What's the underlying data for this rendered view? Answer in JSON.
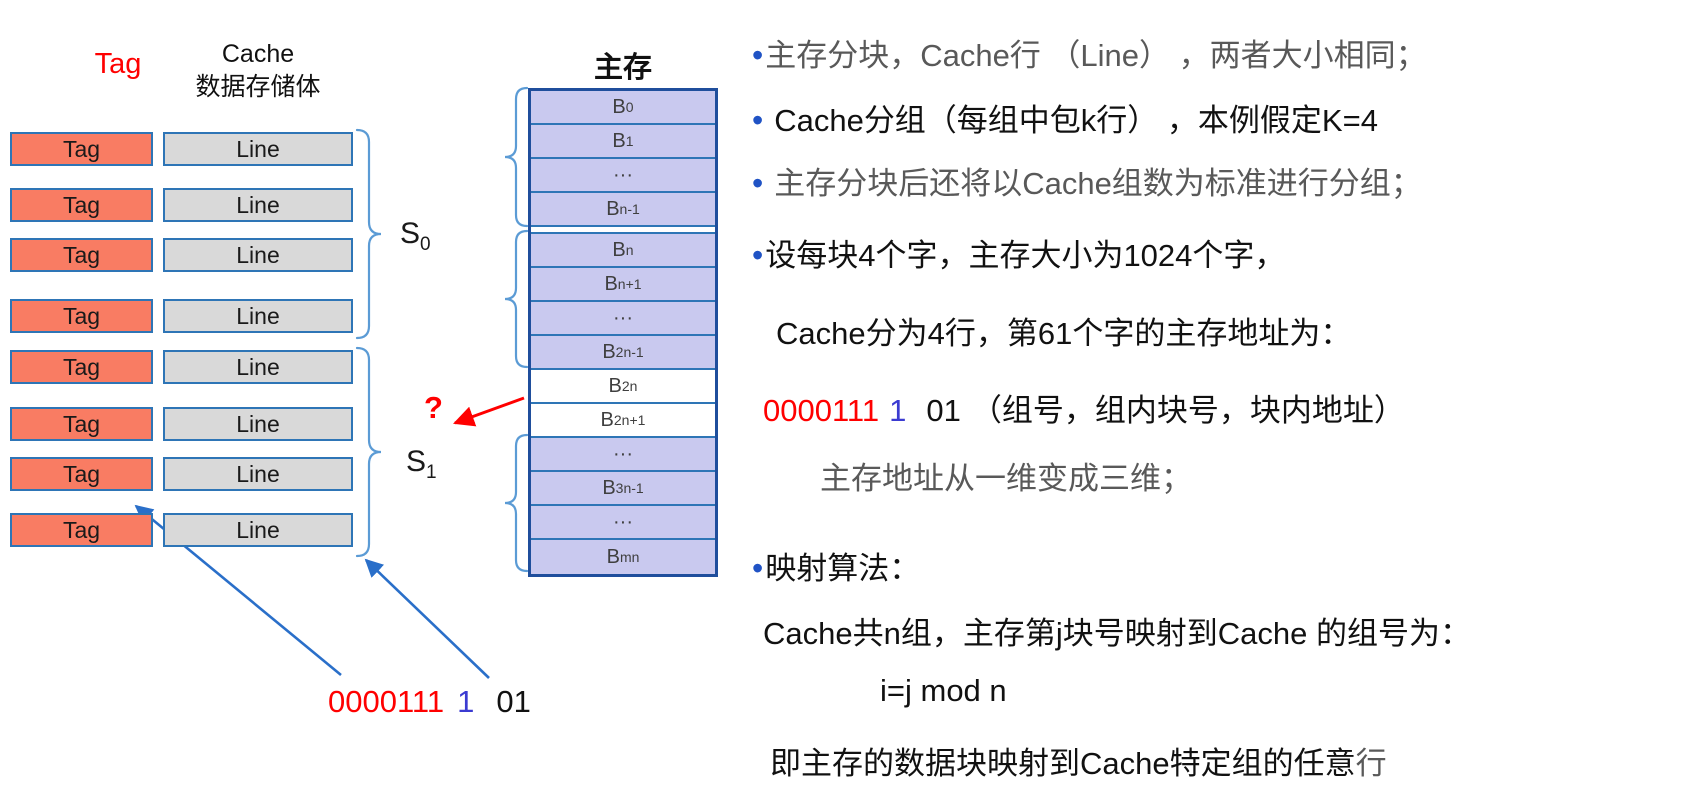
{
  "cache": {
    "tag_header": "Tag",
    "title_line1": "Cache",
    "title_line2": "数据存储体",
    "tag_label": "Tag",
    "line_label": "Line",
    "sets": [
      {
        "name": "S",
        "sub": "0"
      },
      {
        "name": "S",
        "sub": "1"
      }
    ]
  },
  "memory": {
    "title": "主存",
    "blocks": [
      {
        "base": "B",
        "sub": "0"
      },
      {
        "base": "B",
        "sub": "1"
      },
      {
        "base": "···",
        "sub": ""
      },
      {
        "base": "B",
        "sub": "n-1"
      },
      {
        "base": "B",
        "sub": "n"
      },
      {
        "base": "B",
        "sub": "n+1"
      },
      {
        "base": "···",
        "sub": ""
      },
      {
        "base": "B",
        "sub": "2n-1"
      },
      {
        "base": "B",
        "sub": "2n"
      },
      {
        "base": "B",
        "sub": "2n+1"
      },
      {
        "base": "···",
        "sub": ""
      },
      {
        "base": "B",
        "sub": "3n-1"
      },
      {
        "base": "···",
        "sub": ""
      },
      {
        "base": "B",
        "sub": "mn"
      }
    ]
  },
  "annotations": {
    "question_mark": "?",
    "address": {
      "group": "0000111",
      "block": "1",
      "word": "01"
    }
  },
  "notes": {
    "bullet": "•",
    "lines": [
      {
        "text": "主存分块，Cache行 （Line） ，两者大小相同；"
      },
      {
        "text": "Cache分组（每组中包k行） ，本例假定K=4"
      },
      {
        "text": "主存分块后还将以Cache组数为标准进行分组；"
      },
      {
        "text": "设每块4个字，主存大小为1024个字，"
      },
      {
        "text": "Cache分为4行，第61个字的主存地址为："
      },
      {
        "group": "0000111",
        "block": "1",
        "word": "01",
        "suffix": "（组号，组内块号，块内地址）"
      },
      {
        "text": "主存地址从一维变成三维；"
      },
      {
        "text": "映射算法："
      },
      {
        "text": "Cache共n组，主存第j块号映射到Cache 的组号为："
      },
      {
        "text": "i=j mod n"
      },
      {
        "text": "即主存的数据块映射到Cache特定组的任意",
        "tail": "行"
      }
    ]
  },
  "colors": {
    "tag_fill": "#F97C63",
    "line_fill": "#D9D9D9",
    "box_border": "#2E75B6",
    "memory_fill": "#C9C9EF",
    "memory_border": "#1F4E9C",
    "brace": "#5B9BD5",
    "arrow_blue": "#2A6FC9",
    "arrow_red": "#FF0000",
    "red_text": "#FF0000",
    "blue_digit": "#3B3BD1",
    "bullet_blue": "#2053C5",
    "gray_text": "#595959",
    "black_text": "#1A1A1A"
  }
}
